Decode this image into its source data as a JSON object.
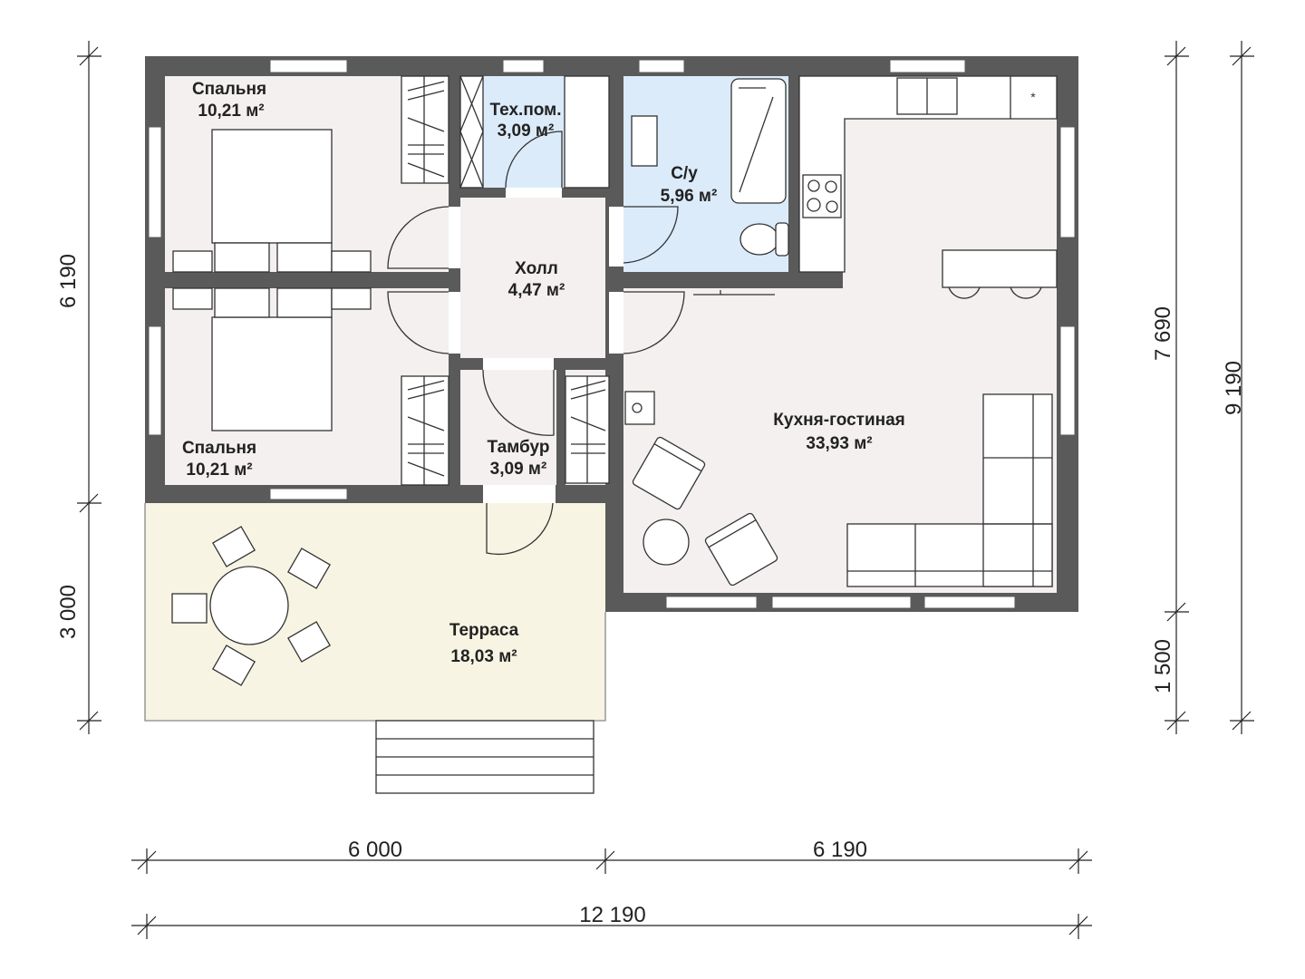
{
  "rooms": {
    "bedroom1": {
      "name": "Спальня",
      "area": "10,21 м²"
    },
    "bedroom2": {
      "name": "Спальня",
      "area": "10,21 м²"
    },
    "tech": {
      "name": "Тех.пом.",
      "area": "3,09 м²"
    },
    "bathroom": {
      "name": "С/у",
      "area": "5,96 м²"
    },
    "hall": {
      "name": "Холл",
      "area": "4,47 м²"
    },
    "vestibule": {
      "name": "Тамбур",
      "area": "3,09 м²"
    },
    "kitchen_living": {
      "name": "Кухня-гостиная",
      "area": "33,93 м²"
    },
    "terrace": {
      "name": "Терраса",
      "area": "18,03 м²"
    }
  },
  "dimensions": {
    "left_top": "6 190",
    "left_bottom": "3 000",
    "right_inner_top": "7 690",
    "right_inner_bottom": "1 500",
    "right_outer": "9 190",
    "bottom_left": "6 000",
    "bottom_right": "6 190",
    "bottom_total": "12 190"
  },
  "colors": {
    "wall": "#5a5a5a",
    "room": "#f3f0ef",
    "wet": "#dcebfa",
    "terrace": "#f7f4e3"
  }
}
